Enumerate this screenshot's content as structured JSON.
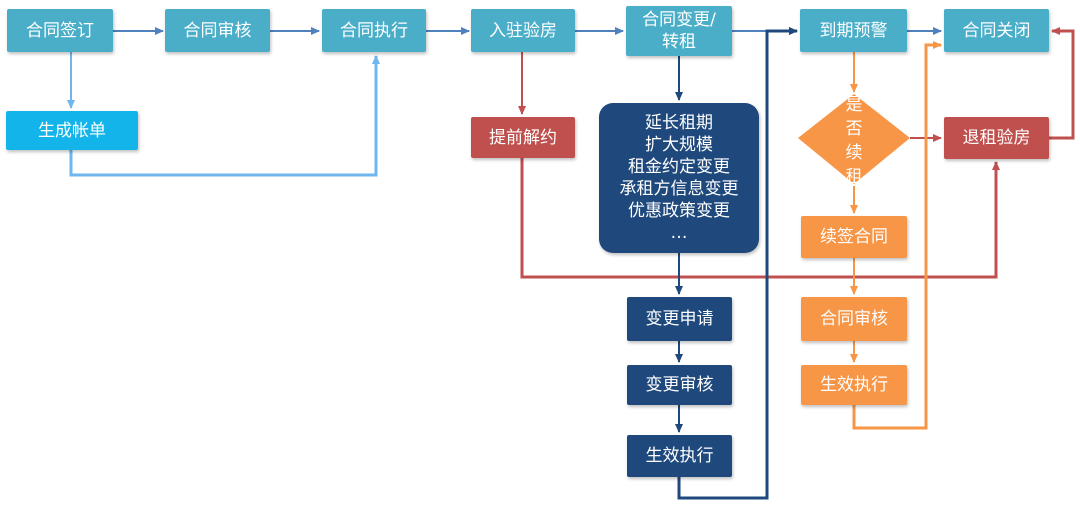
{
  "colors": {
    "main_flow": "#4aaec9",
    "bill": "#12b4ea",
    "bill_link": "#6fb6ee",
    "early_termination": "#c0504d",
    "change_flow": "#1f497d",
    "renewal_flow": "#f79646",
    "main_arrow": "#4f81bd"
  },
  "nodes": {
    "contract_signing": "合同签订",
    "contract_review": "合同审核",
    "contract_execution": "合同执行",
    "move_in_inspection": "入驻验房",
    "contract_change_line1": "合同变更/",
    "contract_change_line2": "转租",
    "expiry_warning": "到期预警",
    "contract_close": "合同关闭",
    "generate_bill": "生成帐单",
    "early_termination": "提前解约",
    "change_types": [
      "延长租期",
      "扩大规模",
      "租金约定变更",
      "承租方信息变更",
      "优惠政策变更",
      "…"
    ],
    "change_request": "变更申请",
    "change_review": "变更审核",
    "change_effective": "生效执行",
    "renew_decision": "是\n否\n续\n租",
    "renew_contract": "续签合同",
    "renew_review": "合同审核",
    "renew_effective": "生效执行",
    "move_out_inspection": "退租验房"
  }
}
